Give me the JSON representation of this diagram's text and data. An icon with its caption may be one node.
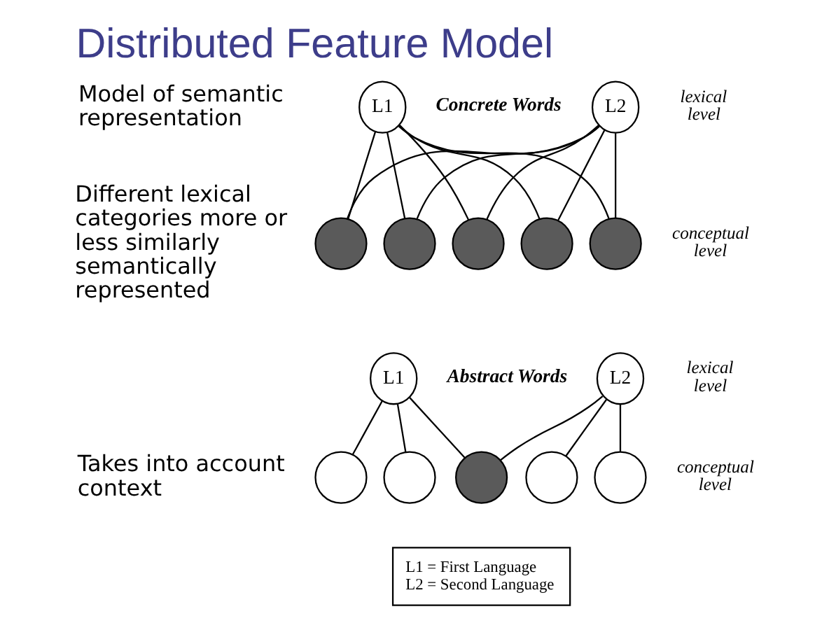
{
  "diagram": {
    "title": "Distributed Feature Model",
    "nodes": [
      {
        "text": [
          "L1"
        ]
      },
      {
        "text": [
          "L2"
        ]
      },
      {
        "text": [],
        "shape": "circle"
      },
      {
        "text": [],
        "shape": "circle"
      },
      {
        "text": [],
        "shape": "circle"
      },
      {
        "text": [],
        "shape": "circle"
      },
      {
        "text": [],
        "shape": "circle"
      },
      {
        "text": [
          "L1"
        ]
      },
      {
        "text": [
          "L2"
        ]
      },
      {
        "text": [],
        "shape": "circle"
      },
      {
        "text": [],
        "shape": "circle"
      },
      {
        "text": [],
        "shape": "circle"
      },
      {
        "text": [],
        "shape": "circle"
      },
      {
        "text": [],
        "shape": "circle"
      },
      {
        "text": [
          "L1 = First Language",
          "L2 = Second Language"
        ]
      }
    ],
    "edges": [
      {
        "from": 0,
        "to": 2,
        "arrow": "none"
      },
      {
        "from": 0,
        "to": 3,
        "arrow": "none"
      },
      {
        "from": 0,
        "to": 4,
        "arrow": "none"
      },
      {
        "from": 0,
        "to": 5,
        "arrow": "none"
      },
      {
        "from": 0,
        "to": 6,
        "arrow": "none"
      },
      {
        "from": 1,
        "to": 2,
        "arrow": "none"
      },
      {
        "from": 1,
        "to": 3,
        "arrow": "none"
      },
      {
        "from": 1,
        "to": 4,
        "arrow": "none"
      },
      {
        "from": 1,
        "to": 5,
        "arrow": "none"
      },
      {
        "from": 1,
        "to": 6,
        "arrow": "none"
      },
      {
        "from": 7,
        "to": 9,
        "arrow": "none"
      },
      {
        "from": 7,
        "to": 10,
        "arrow": "none"
      },
      {
        "from": 7,
        "to": 11,
        "arrow": "none"
      },
      {
        "from": 8,
        "to": 11,
        "arrow": "none"
      },
      {
        "from": 8,
        "to": 12,
        "arrow": "none"
      },
      {
        "from": 8,
        "to": 13,
        "arrow": "none"
      }
    ],
    "labels": [
      "Model of semantic representation",
      "Different lexical categories more or less similarly semantically represented",
      "Takes into account context",
      "Concrete Words",
      "lexical level",
      "conceptual level",
      "Abstract Words",
      "lexical level",
      "conceptual level"
    ]
  }
}
